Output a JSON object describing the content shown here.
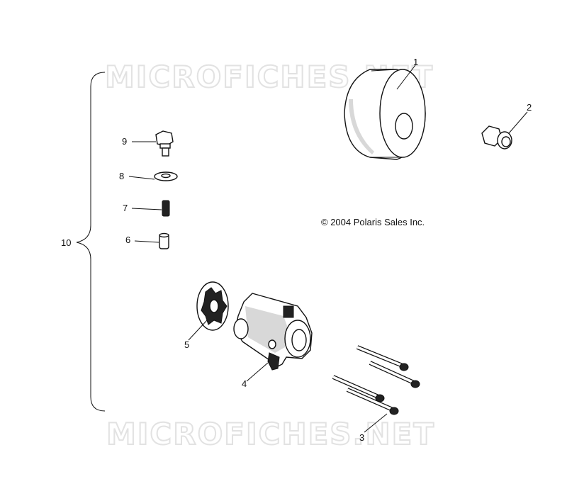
{
  "watermark": {
    "top": "MICROFICHES.NET",
    "bottom": "MICROFICHES.NET"
  },
  "copyright": "© 2004 Polaris Sales Inc.",
  "callouts": {
    "c1": "1",
    "c2": "2",
    "c3": "3",
    "c4": "4",
    "c5": "5",
    "c6": "6",
    "c7": "7",
    "c8": "8",
    "c9": "9",
    "c10": "10"
  },
  "parts": [
    {
      "callout": "1",
      "name": "oil-filter"
    },
    {
      "callout": "2",
      "name": "fitting"
    },
    {
      "callout": "3",
      "name": "bolts"
    },
    {
      "callout": "4",
      "name": "oil-pump-housing"
    },
    {
      "callout": "5",
      "name": "rotor"
    },
    {
      "callout": "6",
      "name": "dowel-pin"
    },
    {
      "callout": "7",
      "name": "spring"
    },
    {
      "callout": "8",
      "name": "washer"
    },
    {
      "callout": "9",
      "name": "bolt"
    },
    {
      "callout": "10",
      "name": "assembly-bracket"
    }
  ]
}
